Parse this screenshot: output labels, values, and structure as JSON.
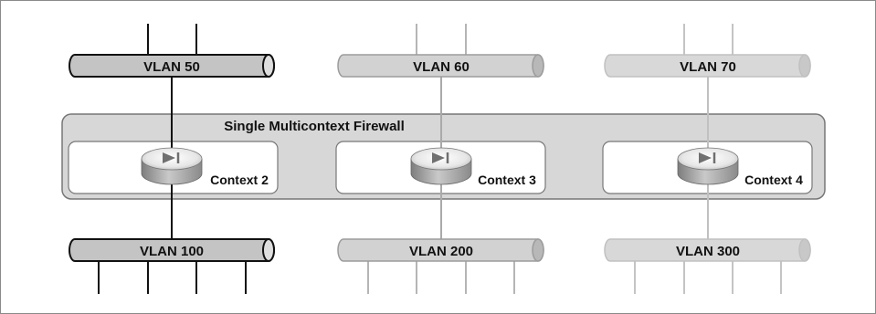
{
  "firewall": {
    "title": "Single Multicontext Firewall"
  },
  "contexts": [
    {
      "label": "Context 2",
      "status": "active"
    },
    {
      "label": "Context 3",
      "status": "dimmed"
    },
    {
      "label": "Context 4",
      "status": "dimmed"
    }
  ],
  "vlans_top": [
    {
      "label": "VLAN 50",
      "status": "active"
    },
    {
      "label": "VLAN 60",
      "status": "dimmed"
    },
    {
      "label": "VLAN 70",
      "status": "dimmed"
    }
  ],
  "vlans_bottom": [
    {
      "label": "VLAN 100",
      "status": "active"
    },
    {
      "label": "VLAN 200",
      "status": "dimmed"
    },
    {
      "label": "VLAN 300",
      "status": "dimmed"
    }
  ],
  "colors": {
    "active_line": "#111111",
    "dimmed_line": "#b5b5b5",
    "active_pipe_fill": "#c4c4c4",
    "dimmed_pipe_fill": "#d4d4d4",
    "firewall_fill": "#d7d7d7",
    "context_fill": "#ffffff",
    "border": "#8a8a8a"
  },
  "icons": {
    "firewall_device": "router-firewall-icon"
  }
}
